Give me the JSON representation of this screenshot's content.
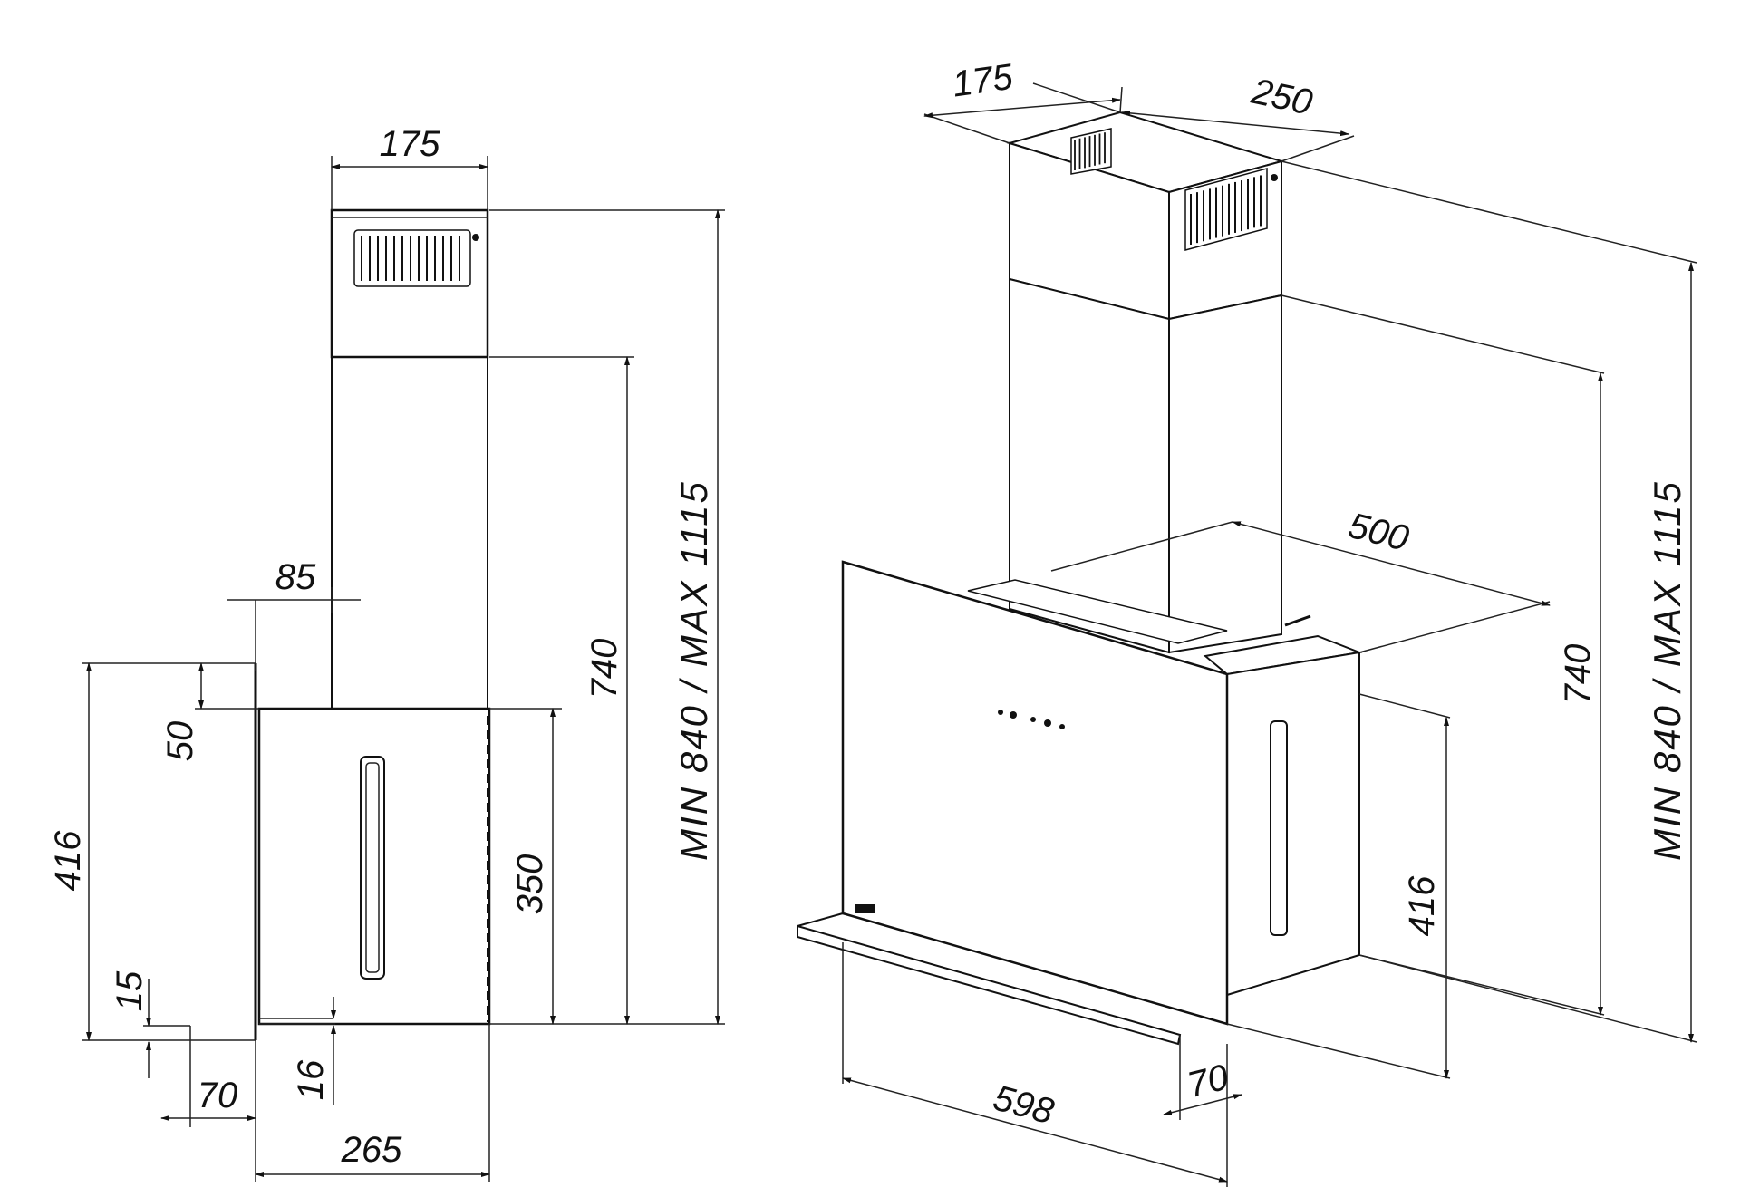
{
  "side_view": {
    "top_width": "175",
    "offset_85": "85",
    "gap_50": "50",
    "height_416": "416",
    "thickness_15": "15",
    "depth_70": "70",
    "thickness_16": "16",
    "total_depth_265": "265",
    "body_height_350": "350",
    "duct_740": "740",
    "total_height": "MIN 840 / MAX 1115"
  },
  "iso_view": {
    "chimney_depth_175": "175",
    "chimney_width_250": "250",
    "depth_500": "500",
    "duct_740": "740",
    "total_height": "MIN 840 / MAX 1115",
    "height_416": "416",
    "width_598": "598",
    "depth_70": "70"
  },
  "colors": {
    "line": "#111111",
    "background": "#ffffff"
  }
}
